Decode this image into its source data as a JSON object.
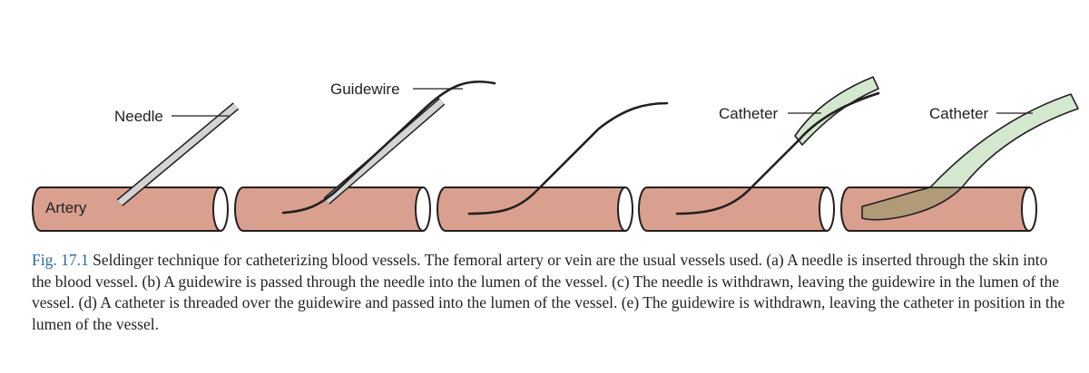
{
  "labels": {
    "artery": "Artery",
    "needle": "Needle",
    "guidewire": "Guidewire",
    "catheter_d": "Catheter",
    "catheter_e": "Catheter"
  },
  "caption": {
    "fig_number": "Fig. 17.1",
    "text": " Seldinger technique for catheterizing blood vessels. The femoral artery or vein are the usual vessels used. (a) A needle is inserted through the skin into the blood vessel. (b) A guidewire is passed through the needle into the lumen of the vessel. (c) The needle is withdrawn, leaving the guidewire in the lumen of the vessel. (d) A catheter is threaded over the guidewire and passed into the lumen of the vessel. (e) The guidewire is withdrawn, leaving the catheter in position in the lumen of the vessel."
  },
  "colors": {
    "vessel": "#d9a08f",
    "needle": "#d4d4d4",
    "catheter": "#d3e8cf",
    "caption_figure_number": "#2a6a9a",
    "ink": "#231f20"
  }
}
